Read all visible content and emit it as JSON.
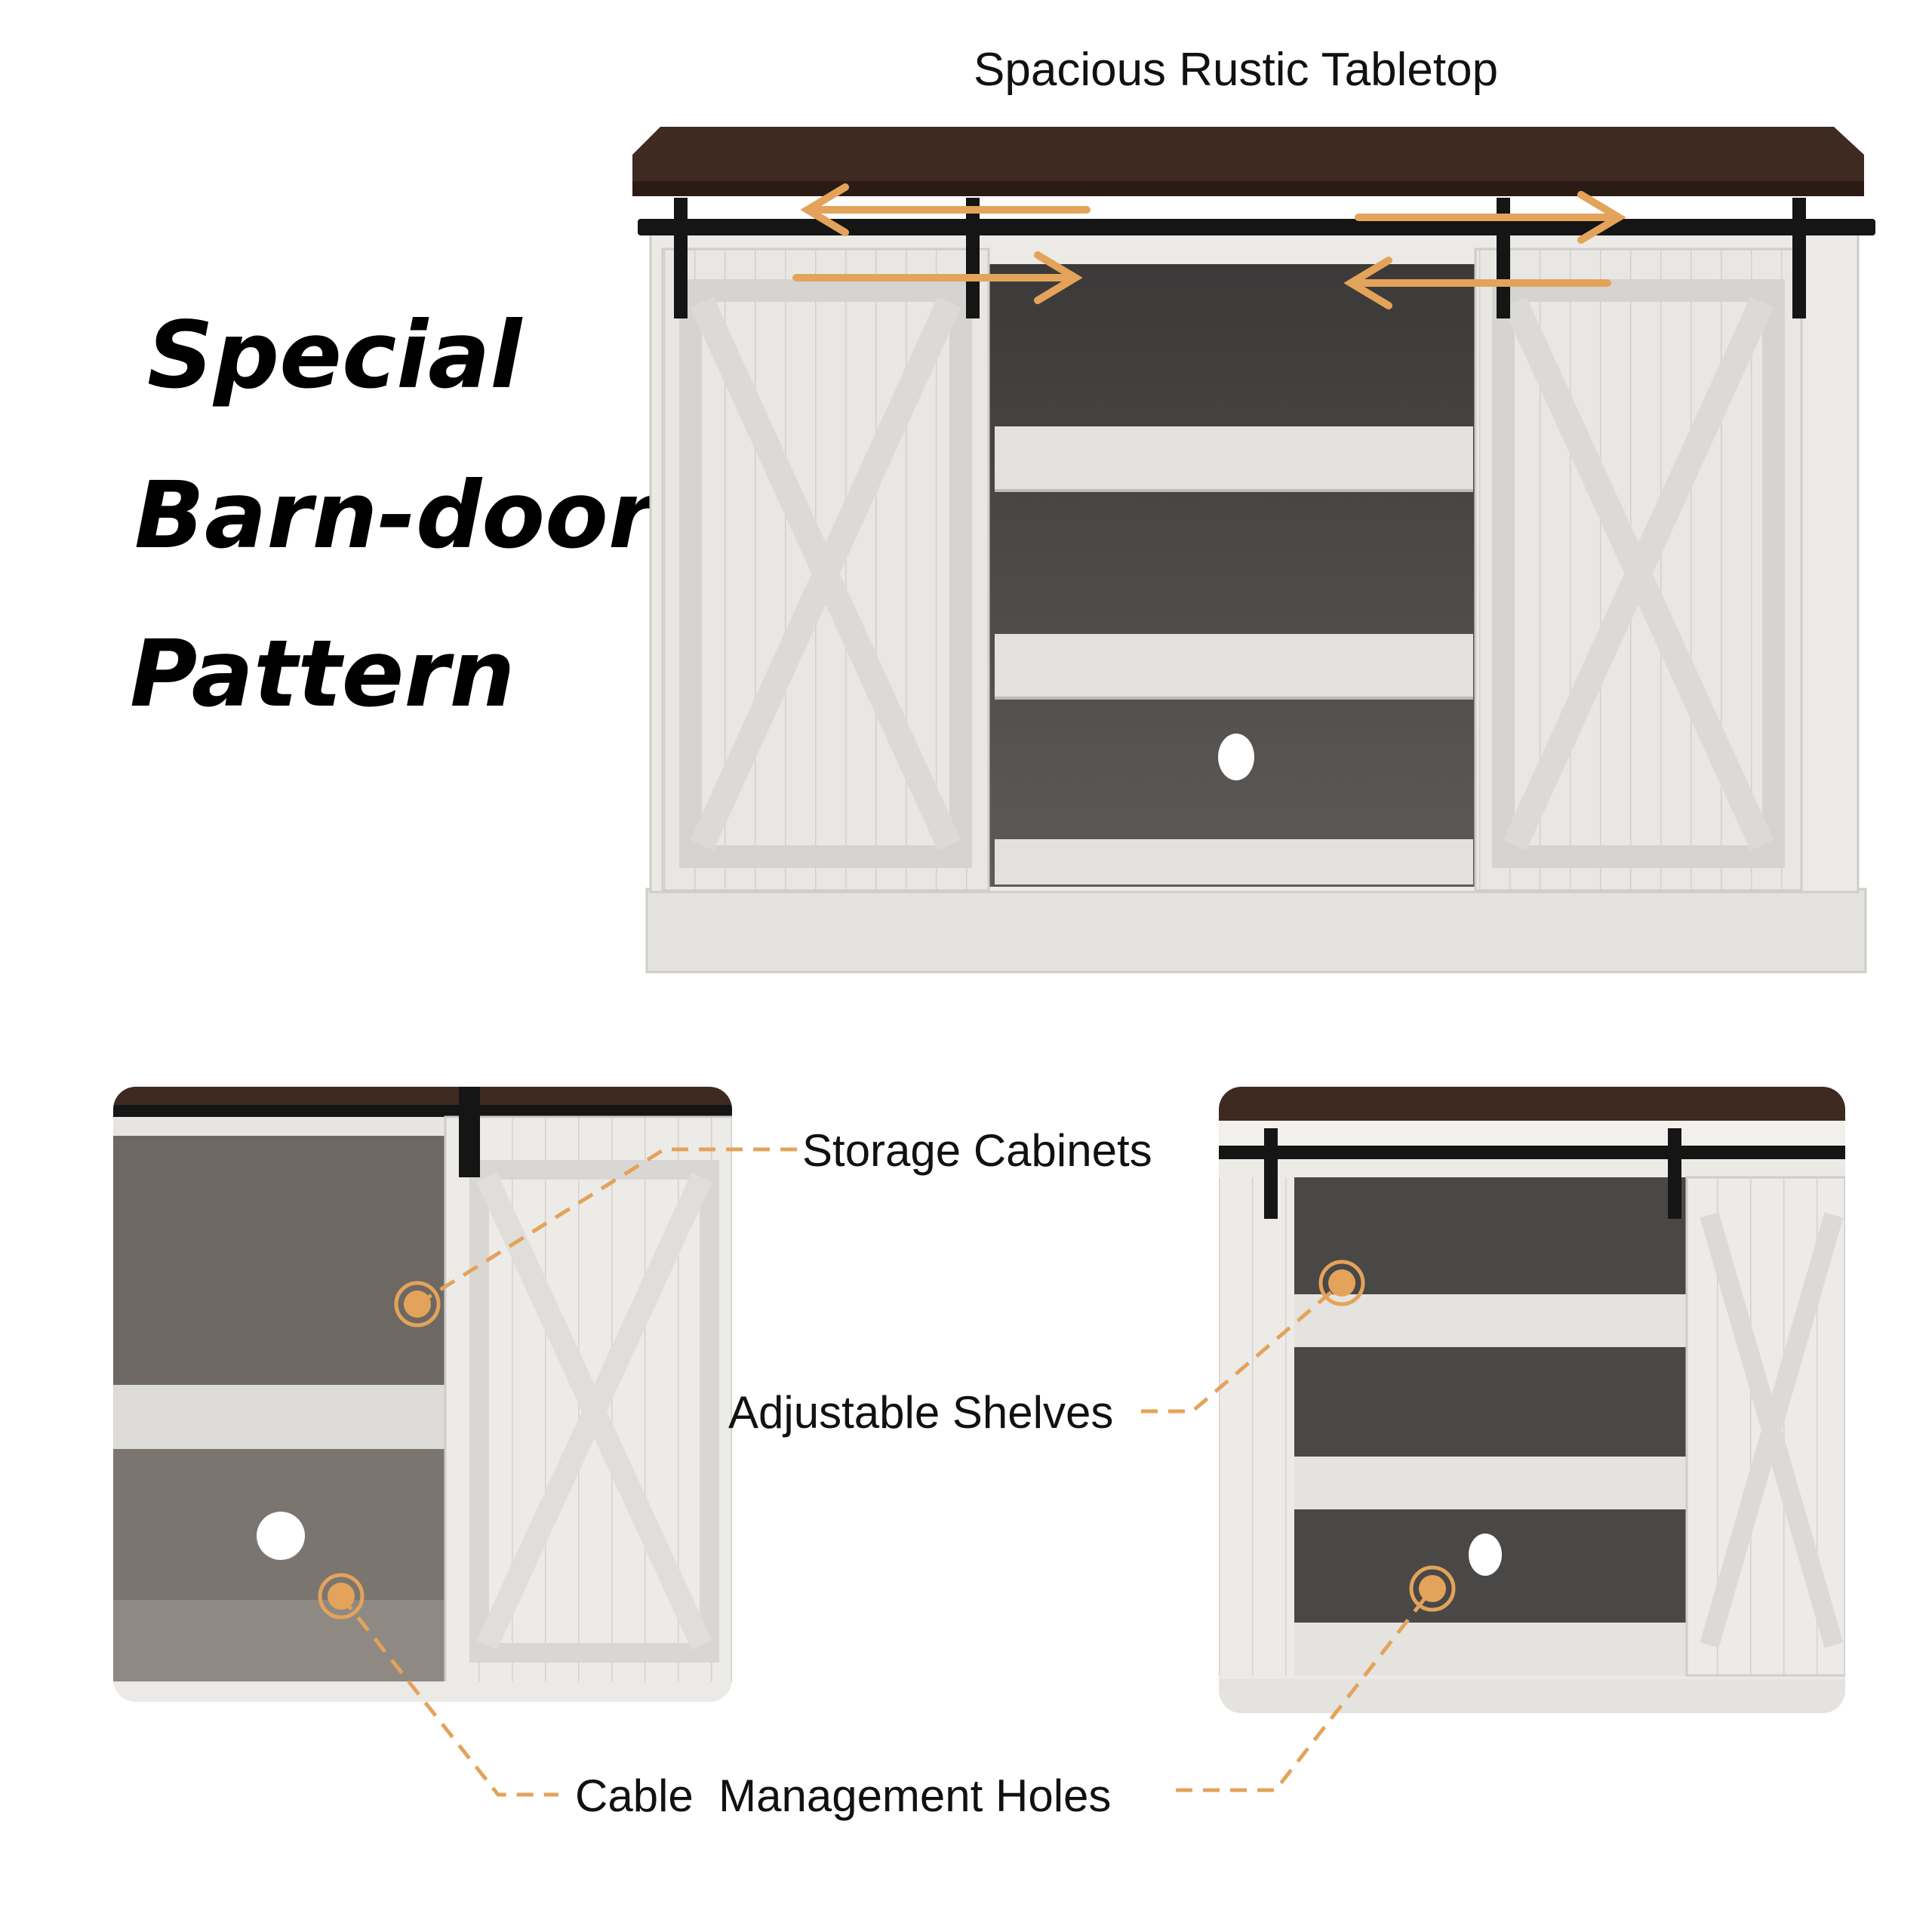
{
  "top_label": "Spacious Rustic Tabletop",
  "headline": [
    "Special",
    "Barn-door",
    "Pattern"
  ],
  "callouts": {
    "storage": "Storage Cabinets",
    "shelves": "Adjustable Shelves",
    "cable": "Cable  Management Holes"
  },
  "colors": {
    "accent": "#E4A35A",
    "tabletop": "#3e2a20",
    "cabinet": "#e7e6e3",
    "interior": "#4a4847",
    "hardware": "#151515"
  }
}
